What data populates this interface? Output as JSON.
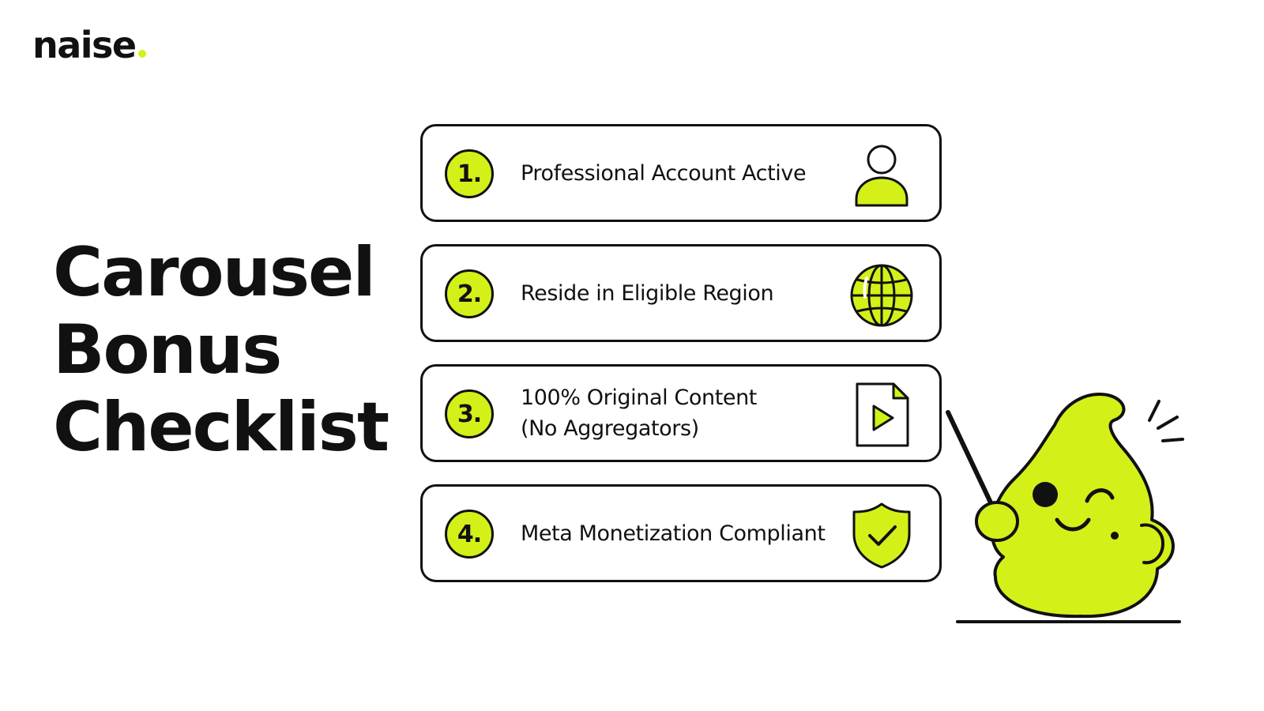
{
  "brand": {
    "logo_text": "naise",
    "accent_color": "#d4f019"
  },
  "headline": {
    "line1": "Carousel",
    "line2": "Bonus",
    "line3": "Checklist"
  },
  "checklist": [
    {
      "number": "1.",
      "lines": [
        "Professional Account Active"
      ],
      "icon": "user-icon"
    },
    {
      "number": "2.",
      "lines": [
        "Reside in Eligible Region"
      ],
      "icon": "globe-icon"
    },
    {
      "number": "3.",
      "lines": [
        "100% Original Content",
        "(No Aggregators)"
      ],
      "icon": "video-file-icon"
    },
    {
      "number": "4.",
      "lines": [
        "Meta Monetization Compliant"
      ],
      "icon": "shield-check-icon"
    }
  ],
  "mascot": {
    "name": "mascot-with-pointer",
    "color": "#d4f019"
  }
}
